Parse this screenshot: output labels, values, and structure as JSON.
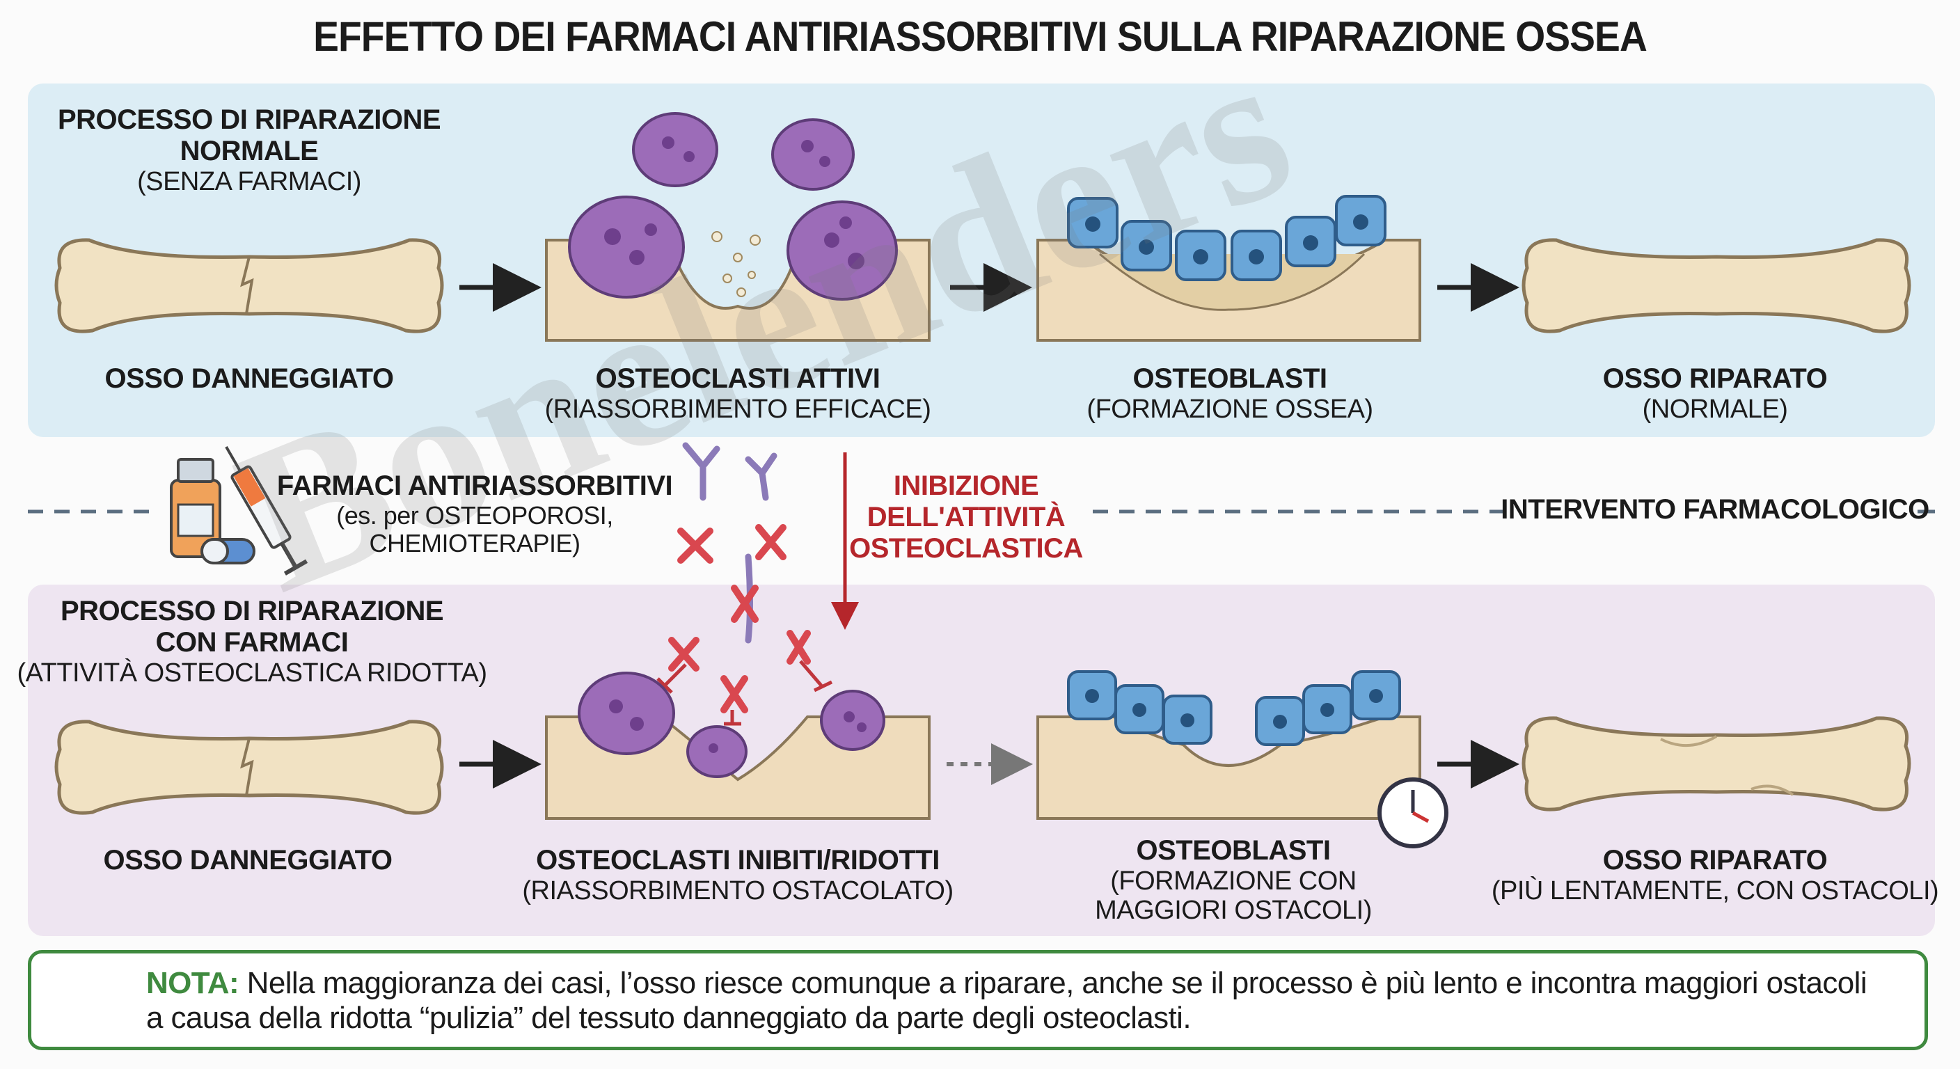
{
  "title": "EFFETTO DEI FARMACI ANTIRIASSORBITIVI SULLA RIPARAZIONE OSSEA",
  "top_panel": {
    "heading": "PROCESSO DI RIPARAZIONE NORMALE",
    "subheading": "(SENZA FARMACI)",
    "background": "#dcedf5",
    "steps": [
      {
        "label": "OSSO DANNEGGIATO",
        "sub": ""
      },
      {
        "label": "OSTEOCLASTI ATTIVI",
        "sub": "(RIASSORBIMENTO EFFICACE)"
      },
      {
        "label": "OSTEOBLASTI",
        "sub": "(FORMAZIONE OSSEA)"
      },
      {
        "label": "OSSO RIPARATO",
        "sub": "(NORMALE)"
      }
    ]
  },
  "middle": {
    "drug_title": "FARMACI ANTIRIASSORBITIVI",
    "drug_sub1": "(es. per OSTEOPOROSI,",
    "drug_sub2": "CHEMIOTERAPIE)",
    "inhibition_line1": "INIBIZIONE",
    "inhibition_line2": "DELL'ATTIVITÀ",
    "inhibition_line3": "OSTEOCLASTICA",
    "intervention_label": "INTERVENTO FARMACOLOGICO",
    "icons": [
      "medicine-bottle-icon",
      "syringe-icon",
      "pill-icon",
      "antibody-icon",
      "inhibition-x-icon"
    ]
  },
  "bottom_panel": {
    "heading1": "PROCESSO DI RIPARAZIONE",
    "heading2": "CON FARMACI",
    "subheading": "(ATTIVITÀ OSTEOCLASTICA RIDOTTA)",
    "background": "#eee5f1",
    "steps": [
      {
        "label": "OSSO DANNEGGIATO",
        "sub": ""
      },
      {
        "label": "OSTEOCLASTI INIBITI/RIDOTTI",
        "sub": "(RIASSORBIMENTO OSTACOLATO)"
      },
      {
        "label": "OSTEOBLASTI",
        "sub": "(FORMAZIONE CON",
        "sub2": "MAGGIORI OSTACOLI)"
      },
      {
        "label": "OSSO RIPARATO",
        "sub": "(PIÙ LENTAMENTE, CON OSTACOLI)"
      }
    ]
  },
  "note": {
    "label": "NOTA:",
    "line1": " Nella maggioranza dei casi, l’osso riesce comunque a riparare, anche se il processo è più lento e incontra maggiori ostacoli",
    "line2": "a causa della ridotta “pulizia” del tessuto danneggiato da parte degli osteoclasti.",
    "accent": "#3f8a3f"
  },
  "watermark": "Bonelenders",
  "colors": {
    "bone": "#f1e2c3",
    "osteoclast": "#9c6cb8",
    "osteoblast": "#6aa6d8",
    "inhibition": "#b5262b"
  }
}
